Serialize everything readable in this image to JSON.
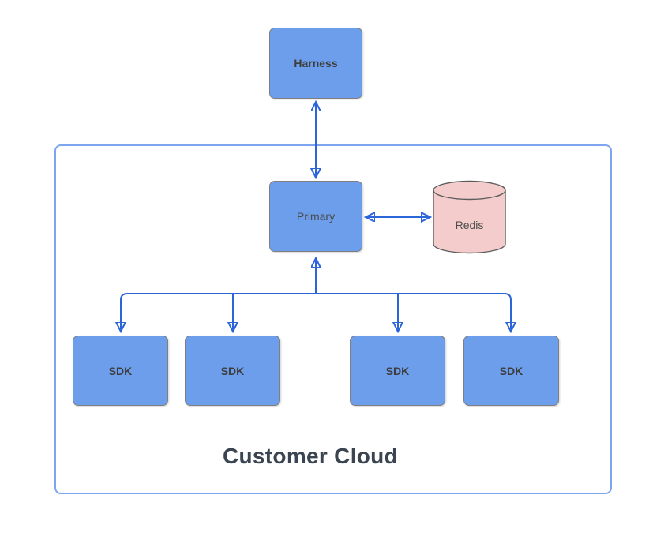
{
  "diagram": {
    "nodes": {
      "harness": {
        "label": "Harness"
      },
      "primary": {
        "label": "Primary"
      },
      "redis": {
        "label": "Redis"
      }
    },
    "sdk_nodes": [
      {
        "label": "SDK"
      },
      {
        "label": "SDK"
      },
      {
        "label": "SDK"
      },
      {
        "label": "SDK"
      }
    ],
    "container": {
      "label": "Customer Cloud"
    },
    "connections": [
      {
        "between": [
          "Harness",
          "Primary"
        ],
        "heads": "both"
      },
      {
        "between": [
          "Primary",
          "Redis"
        ],
        "heads": "both"
      },
      {
        "between": [
          "Primary",
          "SDK x4"
        ],
        "heads": "up-into-primary-and-down-into-each-sdk"
      }
    ],
    "colors": {
      "node_fill": "#6D9EEB",
      "node_border": "#7F7F7F",
      "node_text": "#3D3D3D",
      "arrow": "#2B65D9",
      "container_border": "#7EA6F0",
      "container_text": "#3A4551",
      "redis_fill": "#F4CCCC",
      "redis_border": "#5C5C5C"
    }
  }
}
